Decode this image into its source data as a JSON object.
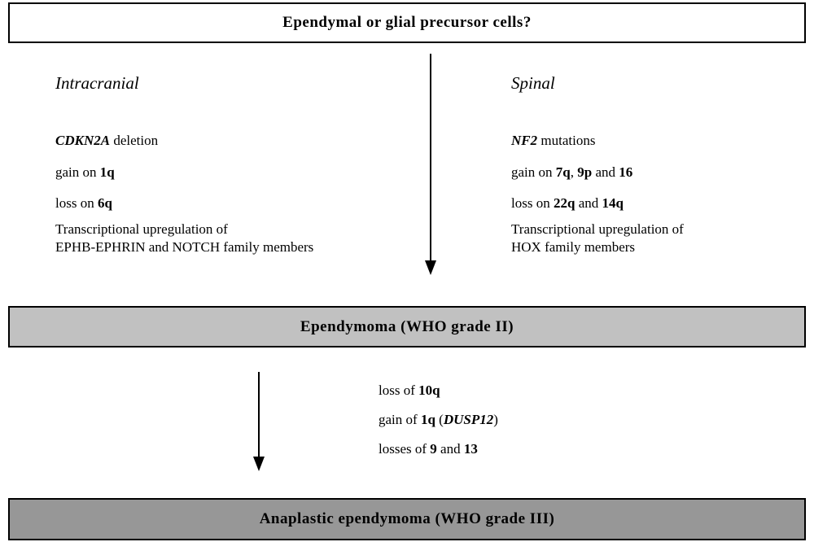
{
  "boxes": {
    "precursor": {
      "label": "Ependymal or glial precursor cells?"
    },
    "ependymoma": {
      "label": "Ependymoma (WHO grade II)"
    },
    "anaplastic": {
      "label": "Anaplastic ependymoma (WHO grade III)"
    }
  },
  "columns": {
    "intracranial": {
      "heading": "Intracranial",
      "alteration1": {
        "gene": "CDKN2A",
        "rest": " deletion"
      },
      "alteration2": {
        "prefix": "gain on ",
        "bold1": "1q"
      },
      "alteration3": {
        "prefix": "loss on ",
        "bold1": "6q"
      },
      "alteration4_line1": "Transcriptional upregulation of",
      "alteration4_line2": "EPHB-EPHRIN and NOTCH family members"
    },
    "spinal": {
      "heading": "Spinal",
      "alteration1": {
        "gene": "NF2",
        "rest": " mutations"
      },
      "alteration2": {
        "prefix": "gain on ",
        "bold1": "7q",
        "sep1": ", ",
        "bold2": "9p",
        "sep2": " and ",
        "bold3": "16"
      },
      "alteration3": {
        "prefix": "loss on ",
        "bold1": "22q",
        "sep1": " and ",
        "bold2": "14q"
      },
      "alteration4_line1": "Transcriptional upregulation of",
      "alteration4_line2": "HOX family members"
    }
  },
  "progression": {
    "line1": {
      "prefix": "loss of ",
      "bold1": "10q"
    },
    "line2": {
      "prefix": "gain of ",
      "bold1": "1q",
      "sep1": " (",
      "gene": "DUSP12",
      "suffix": ")"
    },
    "line3": {
      "prefix": "losses of ",
      "bold1": "9",
      "sep1": " and ",
      "bold2": "13"
    }
  },
  "colors": {
    "ependymoma_box_fill": "#c1c1c1",
    "anaplastic_box_fill": "#979797",
    "border": "#000000",
    "arrow": "#000000"
  }
}
